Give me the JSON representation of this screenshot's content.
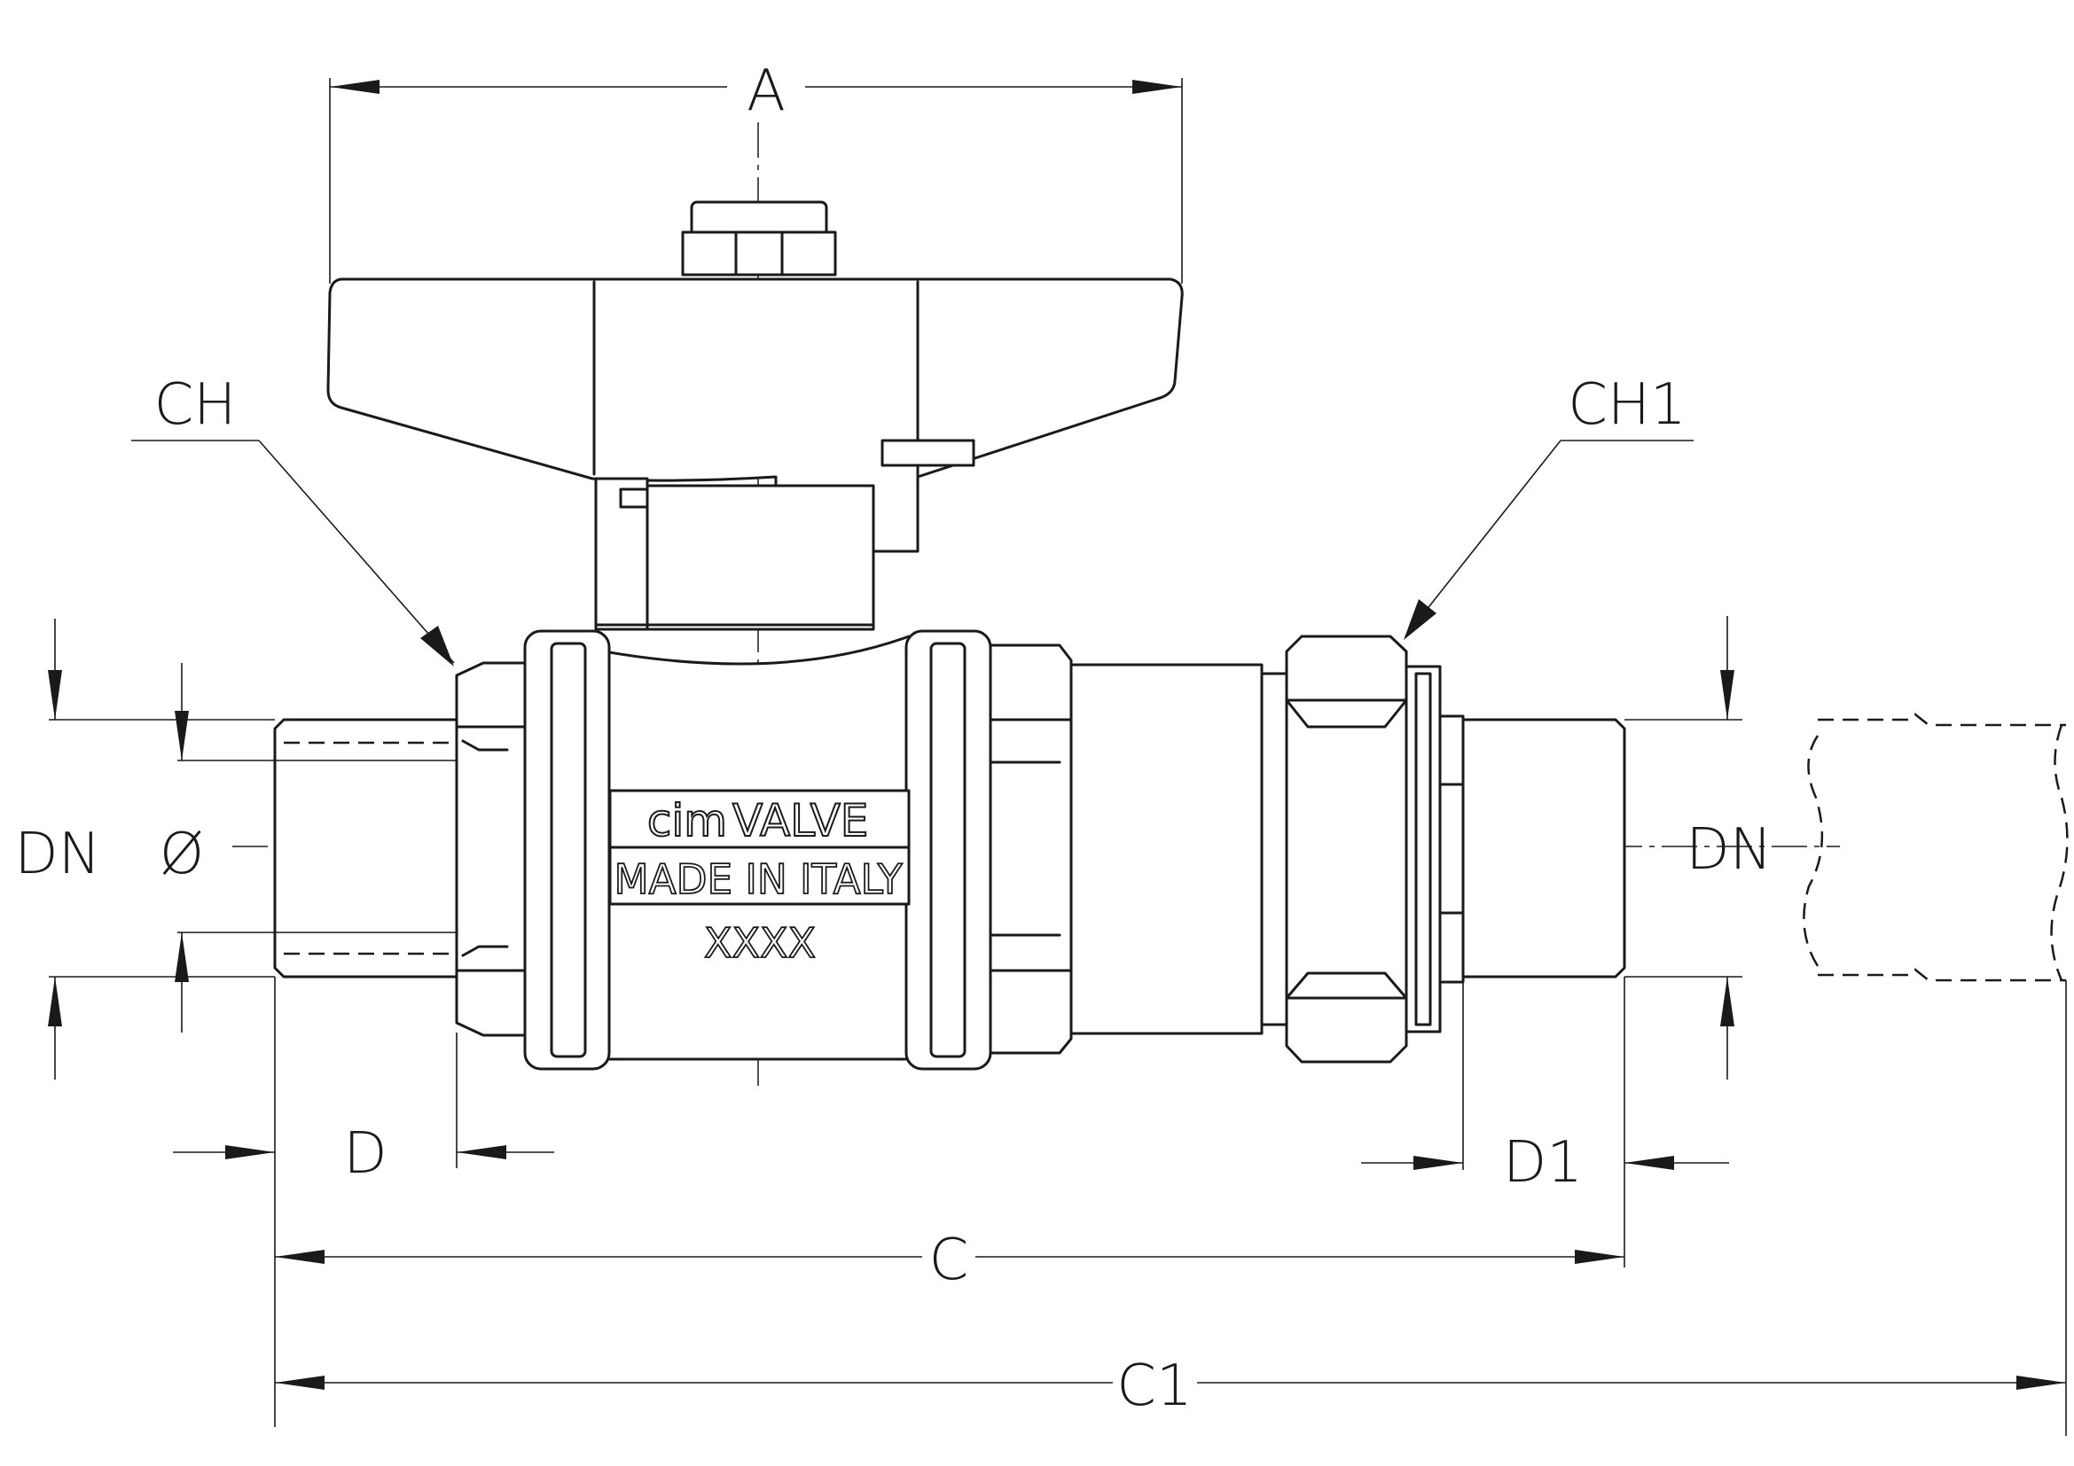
{
  "dimensions": {
    "A": "A",
    "CH": "CH",
    "CH1": "CH1",
    "DN_left": "DN",
    "DN_right": "DN",
    "diameter": "Ø",
    "D": "D",
    "D1": "D1",
    "C": "C",
    "C1": "C1"
  },
  "marking": {
    "brand_prefix": "cim",
    "brand_suffix": "VALVE",
    "origin": "MADE IN ITALY",
    "code": "XXXX"
  }
}
